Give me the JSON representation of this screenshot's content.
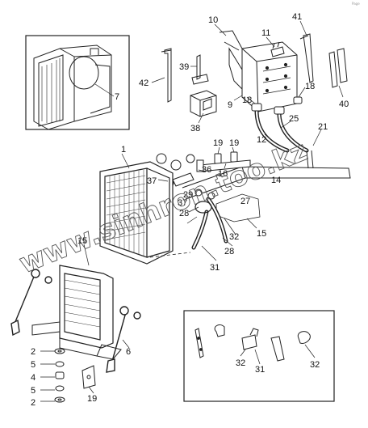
{
  "diagram": {
    "corner_mark": "Page",
    "watermark": "www.sinhron.too.kz",
    "callouts": {
      "c1": "1",
      "c2a": "2",
      "c2b": "2",
      "c4": "4",
      "c5": "5",
      "c6": "6",
      "c7": "7",
      "c9": "9",
      "c10": "10",
      "c11": "11",
      "c12": "12",
      "c14": "14",
      "c15a": "15",
      "c15b": "15",
      "c16": "16",
      "c18a": "18",
      "c18b": "18",
      "c19a": "19",
      "c19b": "19",
      "c19c": "19",
      "c21": "21",
      "c25": "25",
      "c27": "27",
      "c28a": "28",
      "c28b": "28",
      "c29": "29",
      "c31a": "31",
      "c31b": "31",
      "c32a": "32",
      "c32b": "32",
      "c32c": "32",
      "c36": "36",
      "c37a": "37",
      "c37b": "37",
      "c38": "38",
      "c39": "39",
      "c40": "40",
      "c41": "41",
      "c42": "42"
    }
  }
}
